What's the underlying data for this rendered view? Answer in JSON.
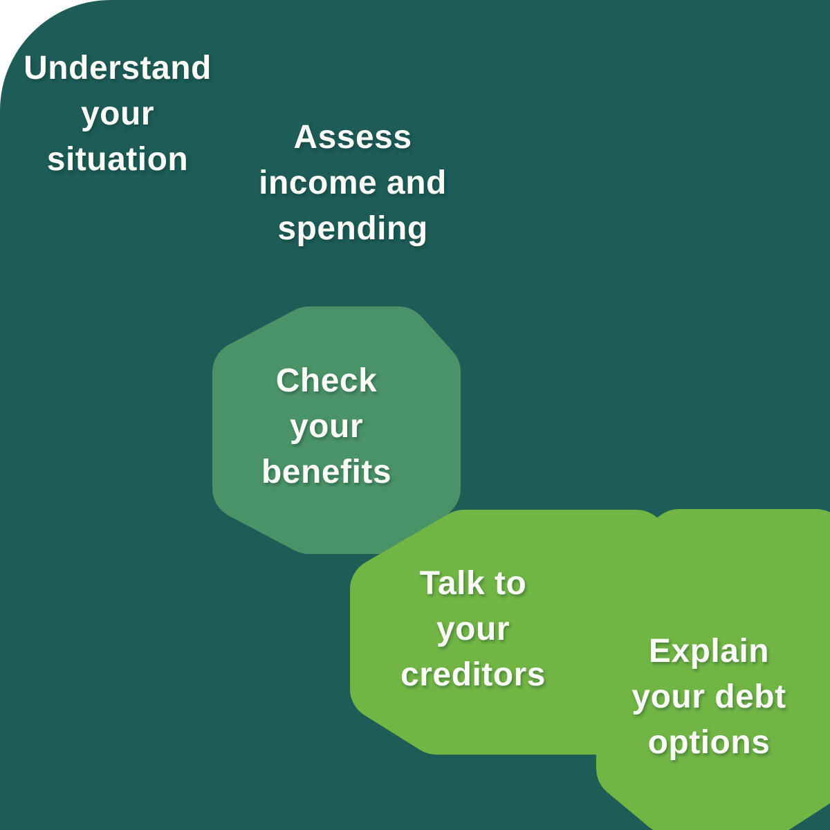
{
  "diagram": {
    "description_colors": {
      "page_background": "#FFFFFF",
      "teal_background": "#1D5C57",
      "medium_green_blob": "#4A9268",
      "light_green_blob": "#71B545",
      "label_text": "#FAFAF6"
    },
    "steps": [
      {
        "label": "Understand\nyour\nsituation",
        "blob": "teal_background"
      },
      {
        "label": "Assess\nincome and\nspending",
        "blob": "teal_background"
      },
      {
        "label": "Check\nyour\nbenefits",
        "blob": "medium_green_blob"
      },
      {
        "label": "Talk to\nyour\ncreditors",
        "blob": "light_green_blob"
      },
      {
        "label": "Explain\nyour debt\noptions",
        "blob": "light_green_blob"
      }
    ]
  }
}
